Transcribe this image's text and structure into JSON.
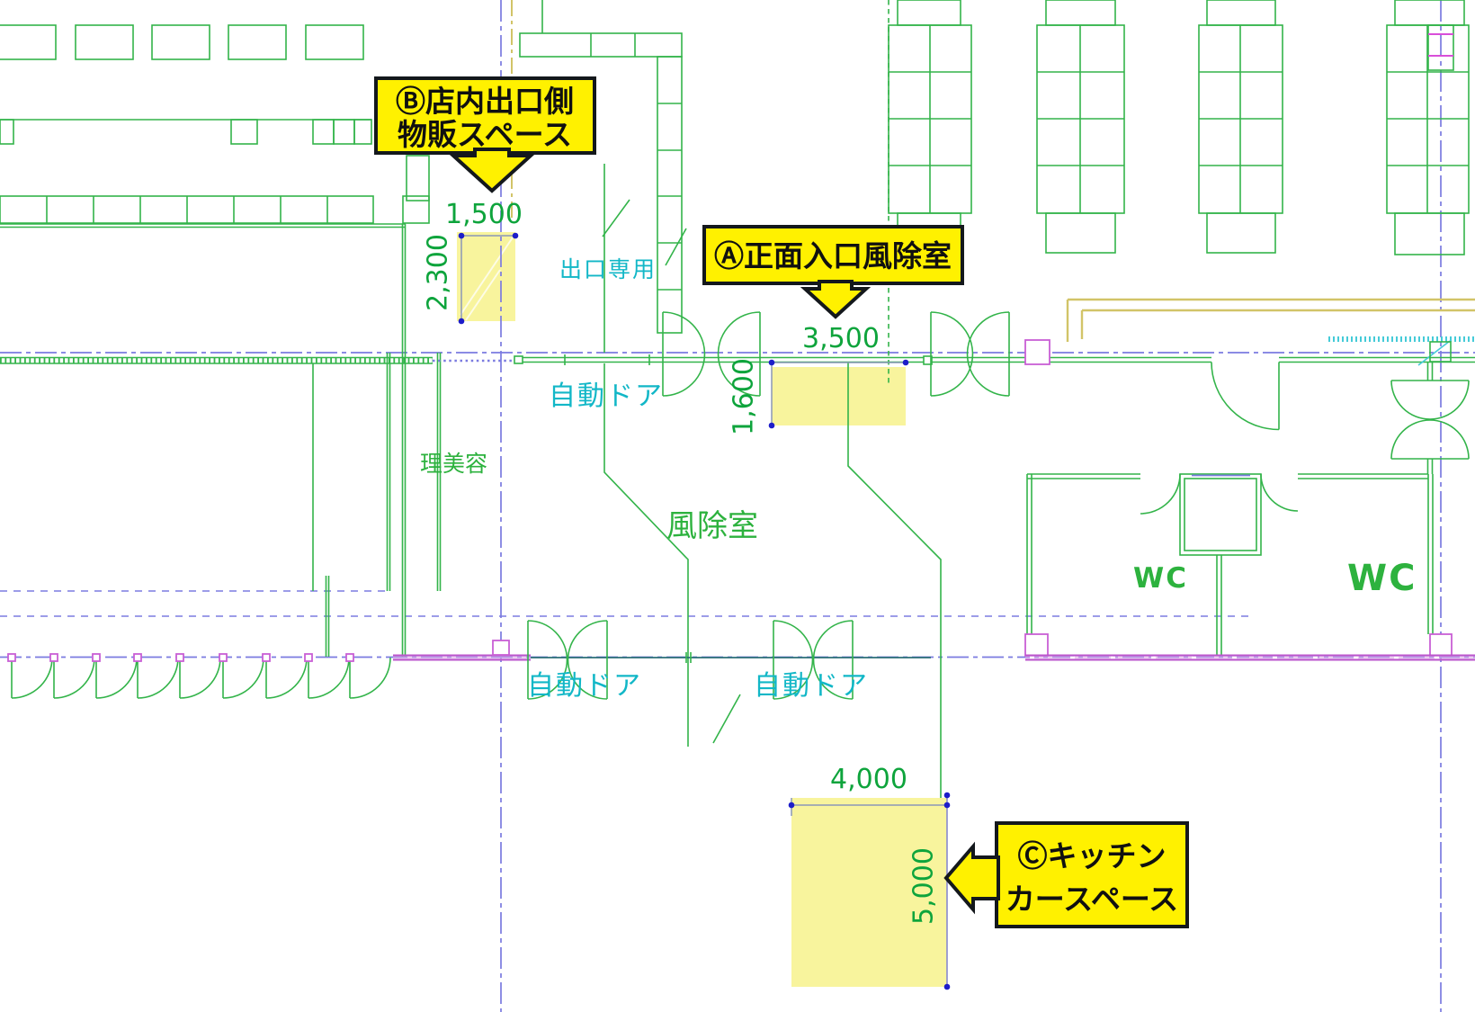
{
  "callouts": {
    "a": {
      "label": "Ⓐ正面入口風除室"
    },
    "b": {
      "line1": "Ⓑ店内出口側",
      "line2": "物販スペース"
    },
    "c": {
      "line1": "Ⓒキッチン",
      "line2": "カースペース"
    }
  },
  "dimensions": {
    "a": {
      "width": "3,500",
      "height": "1,600"
    },
    "b": {
      "width": "1,500",
      "height": "2,300"
    },
    "c": {
      "width": "4,000",
      "height": "5,000"
    }
  },
  "labels": {
    "exit_only": "出口専用",
    "auto_door_main": "自動ドア",
    "auto_door_left": "自動ドア",
    "auto_door_right": "自動ドア",
    "barber_beauty": "理美容",
    "windbreak_room": "風除室",
    "wc_left": "WC",
    "wc_right": "WC"
  },
  "colors": {
    "plan_green": "#33b44a",
    "label_cyan": "#12b7c7",
    "dimension_green": "#0ea43c",
    "centerline_blue": "#7b7be0",
    "highlight_yellow": "#f8f49d",
    "callout_yellow": "#fff100",
    "callout_border": "#14181c",
    "magenta": "#d94fd9",
    "wall_purple": "#bb55cc",
    "guide_ochre": "#d2c468",
    "dark_track": "#2b6e77"
  }
}
